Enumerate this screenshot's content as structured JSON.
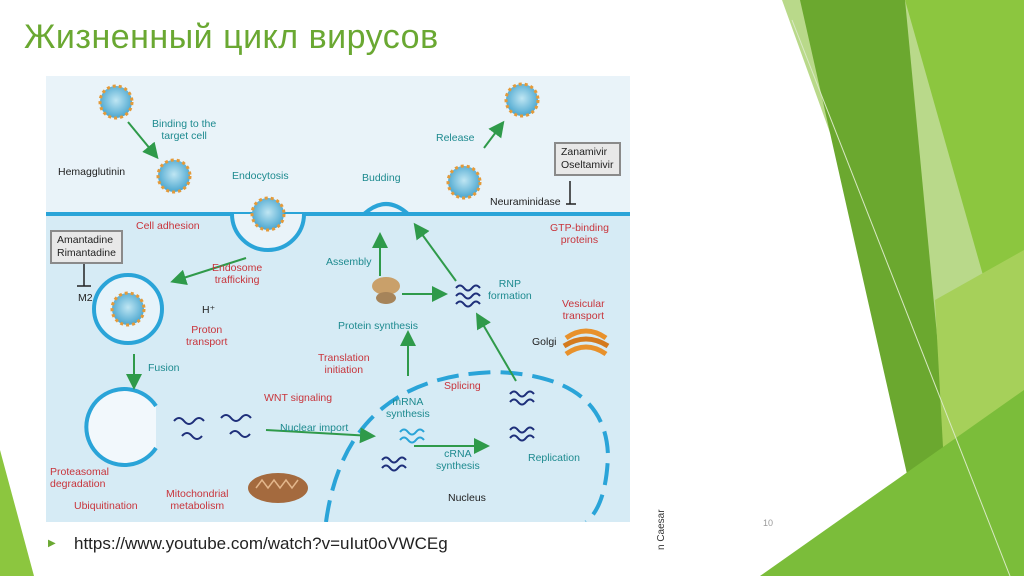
{
  "slide": {
    "title": "Жизненный цикл вирусов",
    "link": "https://www.youtube.com/watch?v=uIut0oVWCEg",
    "page_number": "10"
  },
  "colors": {
    "title": "#6aa832",
    "green_deco_dark": "#4f8a2b",
    "green_deco_light": "#8cc63f",
    "cytoplasm": "#d6ebf5",
    "extracellular": "#e9f3f9",
    "membrane": "#2aa4d8",
    "arrow": "#2f9a4a"
  },
  "diagram": {
    "labels_black": {
      "hemagglutinin": "Hemagglutinin",
      "m2": "M2",
      "h_plus": "H⁺",
      "neuraminidase": "Neuraminidase",
      "golgi": "Golgi",
      "nucleus": "Nucleus"
    },
    "labels_teal": {
      "binding": "Binding to the\ntarget cell",
      "endocytosis": "Endocytosis",
      "budding": "Budding",
      "release": "Release",
      "assembly": "Assembly",
      "rnp_formation": "RNP\nformation",
      "protein_synthesis": "Protein synthesis",
      "fusion": "Fusion",
      "mrna_synthesis": "mRNA\nsynthesis",
      "crna_synthesis": "cRNA\nsynthesis",
      "replication": "Replication",
      "nuclear_import": "Nuclear import"
    },
    "labels_red": {
      "cell_adhesion": "Cell adhesion",
      "endosome_trafficking": "Endosome\ntrafficking",
      "proton_transport": "Proton\ntransport",
      "gtp_binding": "GTP-binding\nproteins",
      "vesicular_transport": "Vesicular\ntransport",
      "translation_initiation": "Translation\ninitiation",
      "splicing": "Splicing",
      "wnt_signaling": "WNT signaling",
      "proteasomal_degradation": "Proteasomal\ndegradation",
      "ubiquitination": "Ubiquitination",
      "mitochondrial_metabolism": "Mitochondrial\nmetabolism"
    },
    "drugs": {
      "amantadine": "Amantadine\nRimantadine",
      "zanamivir": "Zanamivir\nOseltamivir"
    },
    "credit": "n Caesar"
  }
}
